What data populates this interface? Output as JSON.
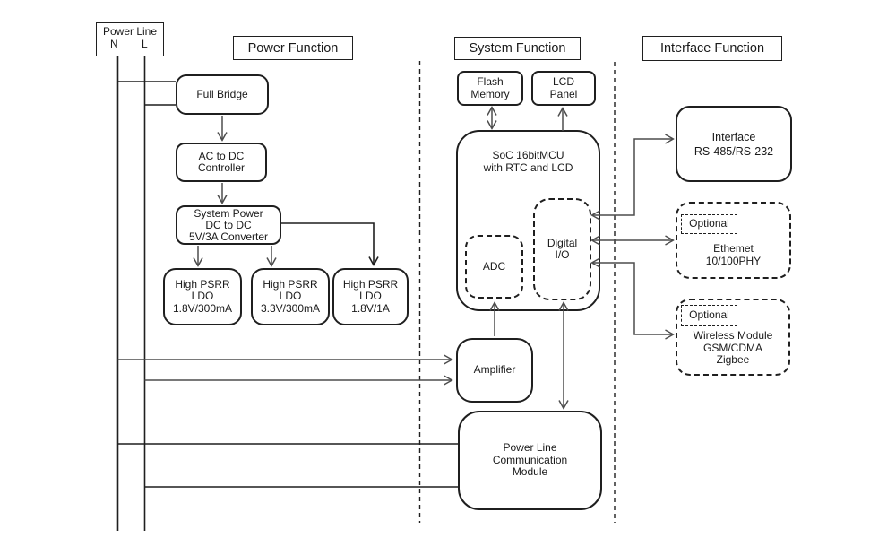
{
  "colors": {
    "border": "#1f1f1f",
    "arrow": "#4d4d4d",
    "background": "#ffffff"
  },
  "power_line": {
    "title": "Power Line",
    "n": "N",
    "l": "L"
  },
  "headers": {
    "power": "Power Function",
    "system": "System Function",
    "interface": "Interface Function"
  },
  "boxes": {
    "full_bridge": {
      "lines": [
        "Full Bridge"
      ]
    },
    "ac_dc": {
      "lines": [
        "AC to DC",
        "Controller"
      ]
    },
    "sys_power": {
      "lines": [
        "System Power",
        "DC to DC",
        "5V/3A Converter"
      ]
    },
    "ldo1": {
      "lines": [
        "High PSRR",
        "LDO",
        "1.8V/300mA"
      ]
    },
    "ldo2": {
      "lines": [
        "High PSRR",
        "LDO",
        "3.3V/300mA"
      ]
    },
    "ldo3": {
      "lines": [
        "High PSRR",
        "LDO",
        "1.8V/1A"
      ]
    },
    "flash": {
      "lines": [
        "Flash",
        "Memory"
      ]
    },
    "lcd": {
      "lines": [
        "LCD",
        "Panel"
      ]
    },
    "soc": {
      "lines": [
        "SoC 16bitMCU",
        "with RTC and LCD"
      ]
    },
    "adc": {
      "lines": [
        "ADC"
      ]
    },
    "dio": {
      "lines": [
        "Digital",
        "I/O"
      ]
    },
    "amplifier": {
      "lines": [
        "Amplifier"
      ]
    },
    "plc": {
      "lines": [
        "Power Line",
        "Communication",
        "Module"
      ]
    },
    "interface": {
      "lines": [
        "Interface",
        "RS-485/RS-232"
      ]
    },
    "ethernet": {
      "optional": "Optional",
      "lines": [
        "Ethemet",
        "10/100PHY"
      ]
    },
    "wireless": {
      "optional": "Optional",
      "lines": [
        "Wireless Module",
        "GSM/CDMA",
        "Zigbee"
      ]
    }
  }
}
